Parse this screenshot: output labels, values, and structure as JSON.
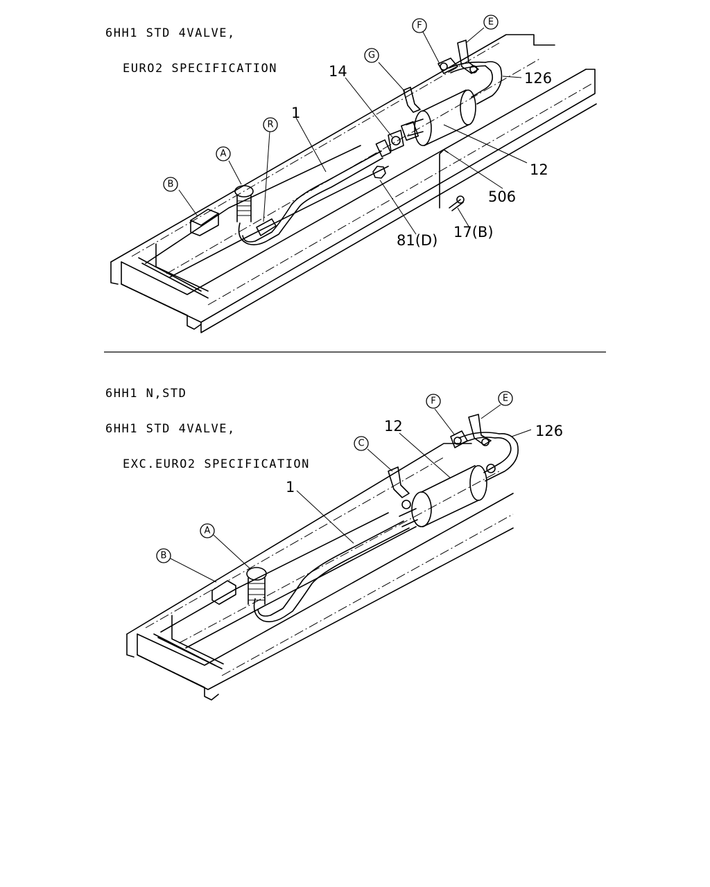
{
  "top_diagram": {
    "caption": [
      "6HH1 STD 4VALVE,",
      "EURO2 SPECIFICATION"
    ],
    "part_labels": {
      "p1": "1",
      "p14": "14",
      "p126": "126",
      "p12": "12",
      "p506": "506",
      "p81": "81(D)",
      "p17": "17(B)"
    },
    "callouts": {
      "a": "A",
      "b": "B",
      "r": "R",
      "g": "G",
      "f": "F",
      "e": "E"
    }
  },
  "bottom_diagram": {
    "caption": [
      "6HH1 N,STD",
      "6HH1 STD 4VALVE,",
      "EXC.EURO2 SPECIFICATION"
    ],
    "part_labels": {
      "p1": "1",
      "p12": "12",
      "p126": "126"
    },
    "callouts": {
      "a": "A",
      "b": "B",
      "c": "C",
      "f": "F",
      "e": "E"
    }
  }
}
